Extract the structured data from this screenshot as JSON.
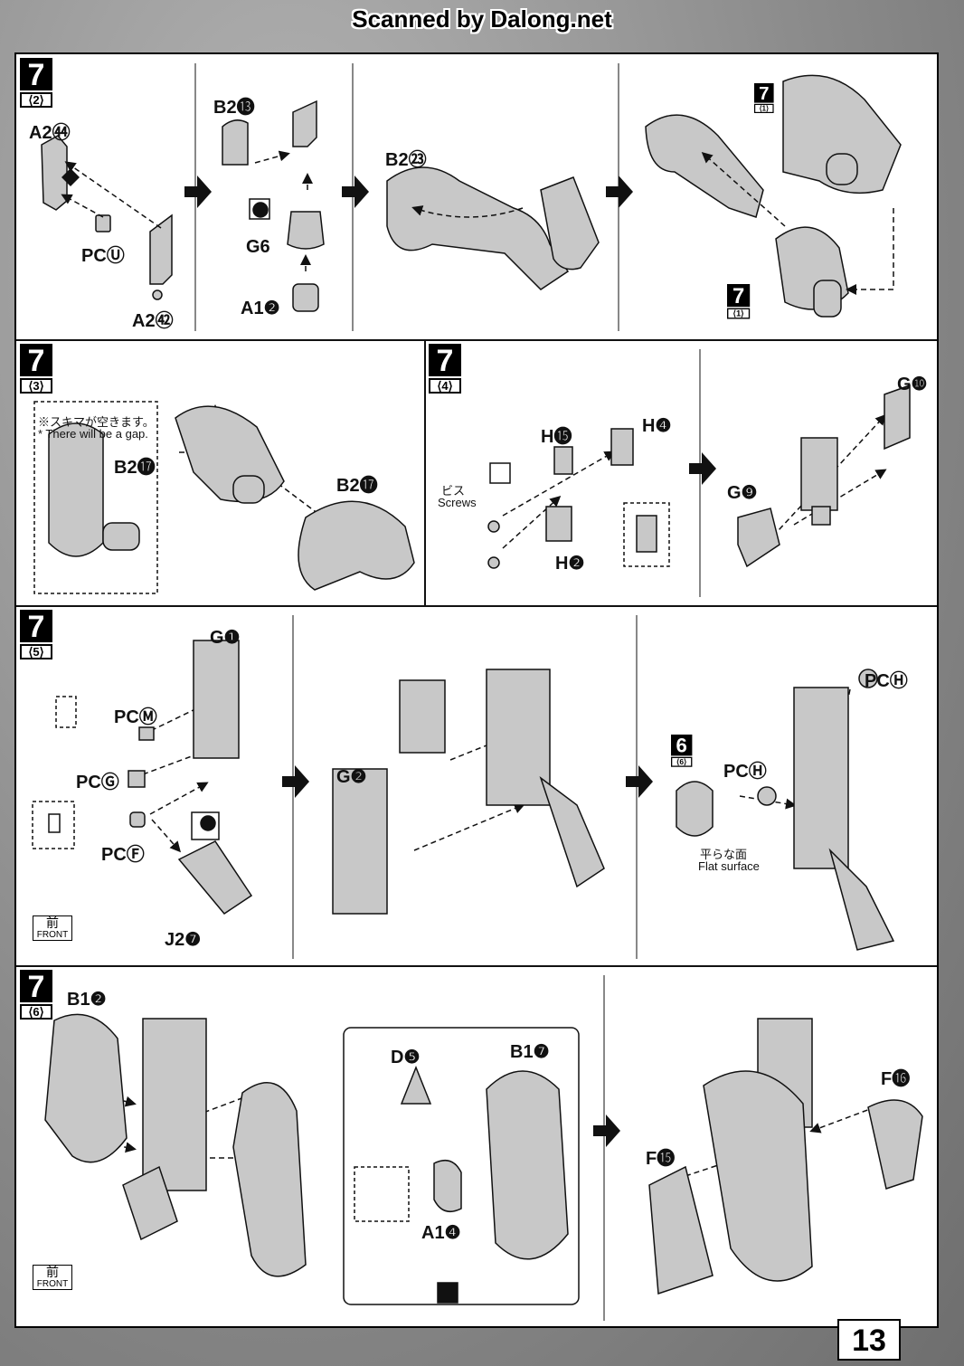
{
  "watermark": "Scanned by Dalong.net",
  "page_number": "13",
  "steps": {
    "s2": {
      "num": "7",
      "sub": "⟨2⟩"
    },
    "s3": {
      "num": "7",
      "sub": "⟨3⟩"
    },
    "s4": {
      "num": "7",
      "sub": "⟨4⟩"
    },
    "s5": {
      "num": "7",
      "sub": "⟨5⟩"
    },
    "s6": {
      "num": "7",
      "sub": "⟨6⟩"
    },
    "ref1a": {
      "num": "7",
      "sub": "⟨1⟩"
    },
    "ref1b": {
      "num": "7",
      "sub": "⟨1⟩"
    },
    "ref6": {
      "num": "6",
      "sub": "⟨6⟩"
    }
  },
  "parts": {
    "a2_44": "A2㊹",
    "pc_u": "PCⓊ",
    "a2_42": "A2㊷",
    "b2_13": "B2⓭",
    "g6": "G6",
    "a1_2": "A1❷",
    "b2_23": "B2㉓",
    "b2_17a": "B2⓱",
    "b2_17b": "B2⓱",
    "h15": "H⓯",
    "h4": "H❹",
    "h2": "H❷",
    "g10": "G❿",
    "g9": "G❾",
    "g1": "G❶",
    "pc_m": "PCⓂ",
    "pc_g": "PCⒼ",
    "pc_f": "PCⒻ",
    "j2_7": "J2❼",
    "g2": "G❷",
    "pc_h1": "PCⒽ",
    "pc_h2": "PCⒽ",
    "b1_2": "B1❷",
    "d5": "D❺",
    "b1_7": "B1❼",
    "a1_4": "A1❹",
    "f15": "F⓯",
    "f16": "F⓰"
  },
  "notes": {
    "gap_jp": "※スキマが空きます。",
    "gap_en": "* There will be a gap.",
    "screws_jp": "ビス",
    "screws_en": "Screws",
    "flat_jp": "平らな面",
    "flat_en": "Flat surface",
    "front_jp": "前",
    "front_en": "FRONT"
  },
  "colors": {
    "ink": "#111111",
    "part_fill": "#c8c8c8",
    "part_shade": "#9a9a9a",
    "sheet": "#ffffff"
  }
}
